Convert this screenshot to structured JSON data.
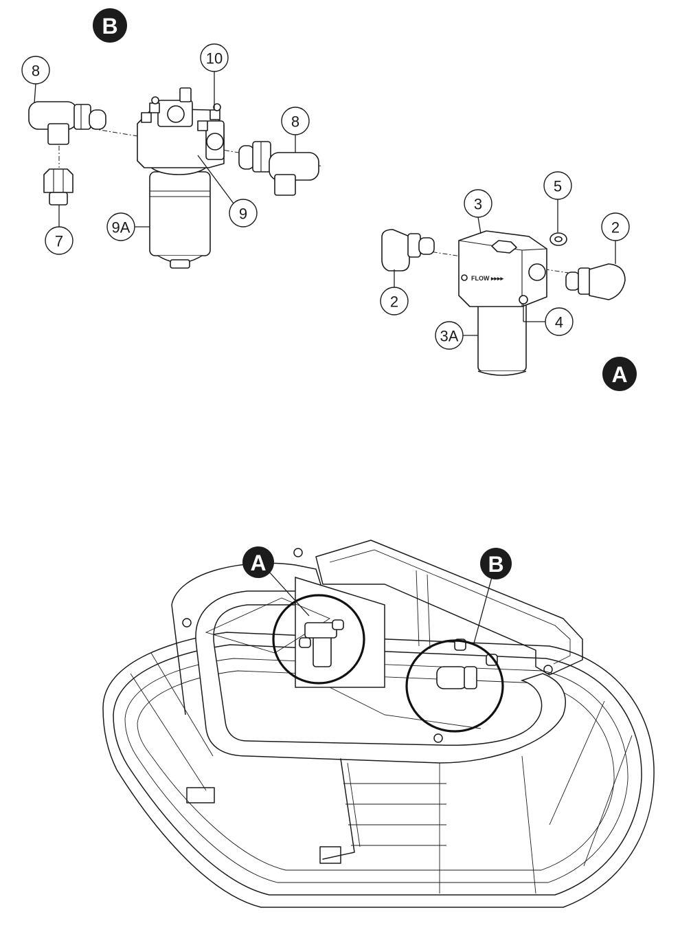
{
  "detail_views": {
    "view_b": "B",
    "view_a": "A"
  },
  "callouts": {
    "b_left_tee": "8",
    "b_filter_bolt": "10",
    "b_right_tee": "8",
    "b_plug": "7",
    "b_filter_element": "9A",
    "b_filter_head": "9",
    "a_filter_head": "3",
    "a_washer": "5",
    "a_right_elbow": "2",
    "a_left_elbow": "2",
    "a_port_plug": "4",
    "a_filter_element": "3A"
  },
  "labels": {
    "flow_marking": "FLOW ▸▸▸▸"
  },
  "overview": {
    "locator_a": "A",
    "locator_b": "B"
  }
}
